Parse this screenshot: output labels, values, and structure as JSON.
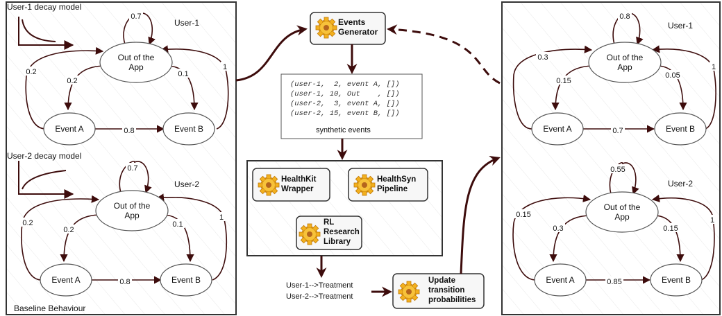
{
  "left_panel": {
    "caption": "Baseline Behaviour",
    "user1": {
      "decay_label": "User-1 decay model",
      "user_label": "User-1",
      "node_out": [
        "Out of the",
        "App"
      ],
      "node_a": "Event A",
      "node_b": "Event B",
      "p_self": "0.7",
      "p_out_a": "0.2",
      "p_out_b": "0.1",
      "p_a_out": "0.2",
      "p_a_b": "0.8",
      "p_b_out": "1"
    },
    "user2": {
      "decay_label": "User-2 decay model",
      "user_label": "User-2",
      "node_out": [
        "Out of the",
        "App"
      ],
      "node_a": "Event A",
      "node_b": "Event B",
      "p_self": "0.7",
      "p_out_a": "0.2",
      "p_out_b": "0.1",
      "p_a_out": "0.2",
      "p_a_b": "0.8",
      "p_b_out": "1"
    }
  },
  "right_panel": {
    "user1": {
      "user_label": "User-1",
      "node_out": [
        "Out of the",
        "App"
      ],
      "node_a": "Event A",
      "node_b": "Event B",
      "p_self": "0.8",
      "p_out_a": "0.15",
      "p_out_b": "0.05",
      "p_a_out": "0.3",
      "p_a_b": "0.7",
      "p_b_out": "1"
    },
    "user2": {
      "user_label": "User-2",
      "node_out": [
        "Out of the",
        "App"
      ],
      "node_a": "Event A",
      "node_b": "Event B",
      "p_self": "0.55",
      "p_out_a": "0.3",
      "p_out_b": "0.15",
      "p_a_out": "0.15",
      "p_a_b": "0.85",
      "p_b_out": "1"
    }
  },
  "center": {
    "events_generator": [
      "Events",
      "Generator"
    ],
    "synthetic_events": [
      "(user-1,  2, event A, [])",
      "(user-1, 10, Out    , [])",
      "(user-2,  3, event A, [])",
      "(user-2, 15, event B, [])"
    ],
    "synthetic_caption": "synthetic events",
    "healthkit": [
      "HealthKit",
      "Wrapper"
    ],
    "healthsyn": [
      "HealthSyn",
      "Pipeline"
    ],
    "rl_library": [
      "RL",
      "Research",
      "Library"
    ],
    "treatments": [
      "User-1-->Treatment",
      "User-2-->Treatment"
    ],
    "update": [
      "Update",
      "transition",
      "probabilities"
    ]
  },
  "colors": {
    "arrow": "#3d0c0c",
    "panel_border": "#333333",
    "module_fill": "#f7f7f7",
    "node_stroke": "#555555",
    "gear": "#f2b01e"
  }
}
